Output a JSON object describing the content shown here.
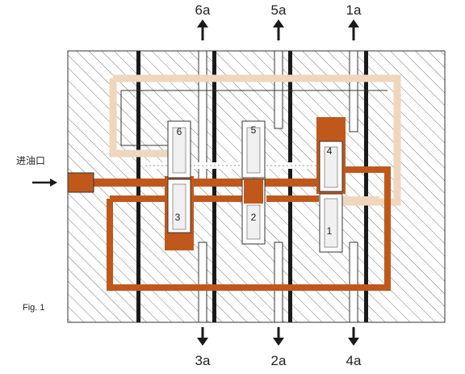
{
  "diagram": {
    "top_ports": [
      "6a",
      "5a",
      "1a"
    ],
    "bottom_ports": [
      "3a",
      "2a",
      "4a"
    ],
    "inlet_label": "进油口",
    "figure_label": "Fig. 1",
    "valves": [
      {
        "id": "6"
      },
      {
        "id": "3"
      },
      {
        "id": "5"
      },
      {
        "id": "2"
      },
      {
        "id": "4"
      },
      {
        "id": "1"
      }
    ],
    "colors": {
      "pressure_oil": "#c1581b",
      "light_channel": "#efd6bd",
      "hatch": "#555555",
      "bar": "#1a1a1a"
    }
  }
}
